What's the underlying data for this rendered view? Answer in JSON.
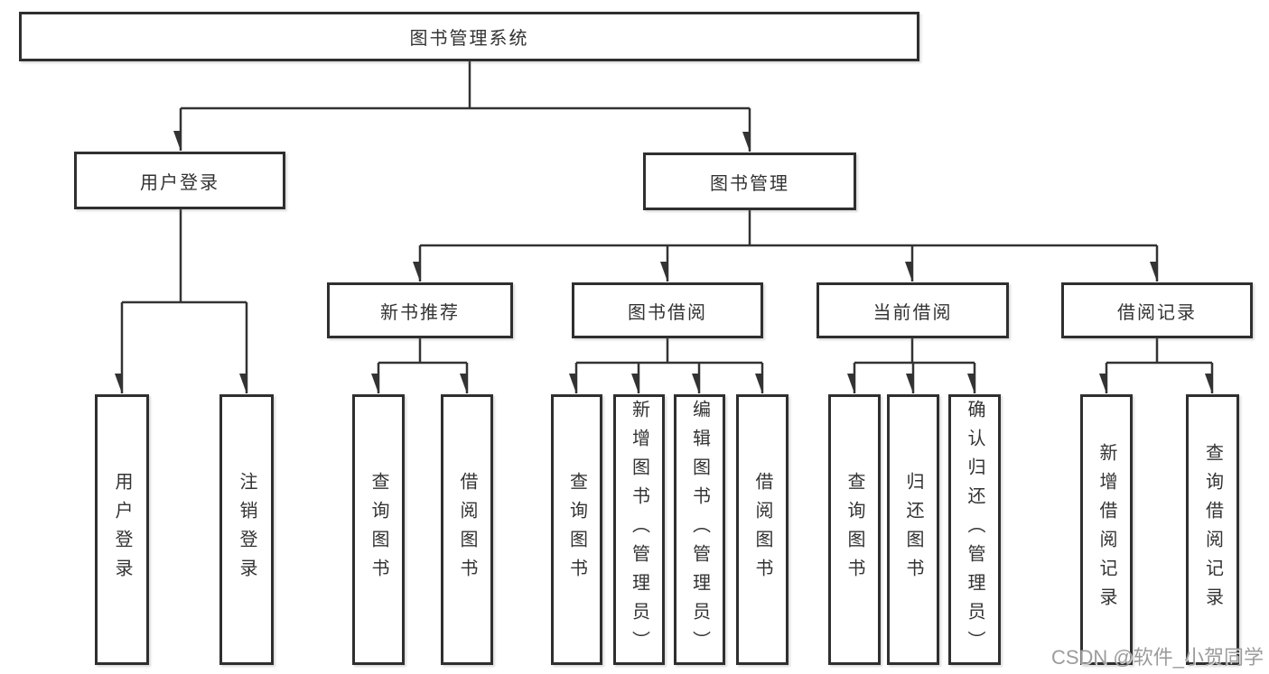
{
  "tree": {
    "root": {
      "label": "图书管理系统"
    },
    "branches": [
      {
        "label": "用户登录",
        "children": [
          {
            "label": "用户登录"
          },
          {
            "label": "注销登录"
          }
        ]
      },
      {
        "label": "图书管理",
        "children": [
          {
            "label": "新书推荐",
            "children": [
              {
                "label": "查询图书"
              },
              {
                "label": "借阅图书"
              }
            ]
          },
          {
            "label": "图书借阅",
            "children": [
              {
                "label": "查询图书"
              },
              {
                "label": "新增图书（管理员）"
              },
              {
                "label": "编辑图书（管理员）"
              },
              {
                "label": "借阅图书"
              }
            ]
          },
          {
            "label": "当前借阅",
            "children": [
              {
                "label": "查询图书"
              },
              {
                "label": "归还图书"
              },
              {
                "label": "确认归还（管理员）"
              }
            ]
          },
          {
            "label": "借阅记录",
            "children": [
              {
                "label": "新增借阅记录"
              },
              {
                "label": "查询借阅记录"
              }
            ]
          }
        ]
      }
    ]
  },
  "watermark": "CSDN @软件_小贺同学",
  "colors": {
    "line": "#333333",
    "box_border": "#2f2f2f",
    "text": "#333333",
    "watermark": "#9c9c9c"
  }
}
